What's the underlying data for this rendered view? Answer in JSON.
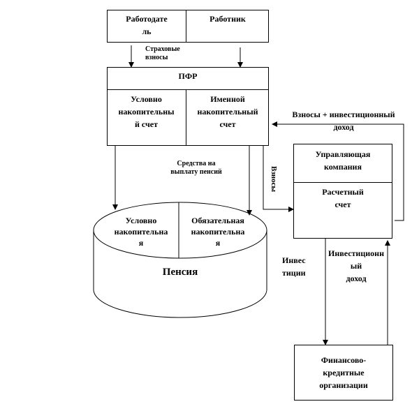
{
  "employer": "Работодате\nль",
  "employee": "Работник",
  "insurance_contributions": "Страховые\nвзносы",
  "pfr": {
    "title": "ПФР",
    "conditional_account": "Условно\nнакопительны\nй счет",
    "personal_account": "Именной\nнакопительный\nсчет"
  },
  "contributions_income": "Взносы + инвестиционный\nдоход",
  "pension_funds": "Средства на\nвыплату пенсий",
  "contributions_vertical": "Взносы",
  "management_company": {
    "title": "Управляющая\nкомпания",
    "settlement_account": "Расчетный\nсчет"
  },
  "pension": {
    "title": "Пенсия",
    "conditional": "Условно\nнакопительна\nя",
    "mandatory": "Обязательная\nнакопительна\nя"
  },
  "investments": "Инвес\nтиции",
  "investment_income": "Инвестиционн\nый\nдоход",
  "financial_orgs": "Финансово-\nкредитные\nорганизации"
}
